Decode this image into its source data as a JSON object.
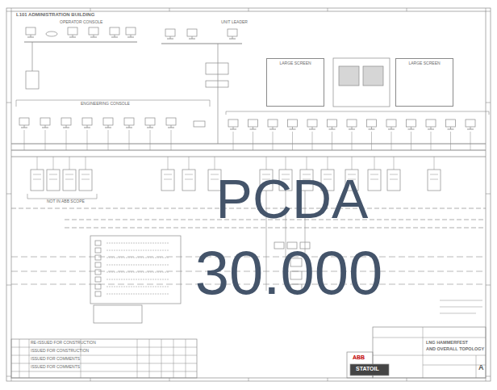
{
  "diagram": {
    "nodes": [
      {
        "text": [
          "LARGE SCREEN"
        ]
      },
      {
        "text": [
          "LARGE SCREEN"
        ]
      }
    ],
    "labels": [
      "L101 ADMINISTRATION BUILDING",
      "OPERATOR CONSOLE",
      "UNIT LEADER",
      "ENGINEERING CONSOLE",
      "NOT IN ABB SCOPE",
      "PCDA",
      "30.000",
      "RE-ISSUED FOR CONSTRUCTION",
      "ISSUED FOR CONSTRUCTION",
      "ISSUED FOR COMMENTS",
      "ISSUED FOR COMMENTS",
      "LNG HAMMERFEST",
      "AND OVERALL TOPOLOGY",
      "ABB",
      "STATOIL",
      "A"
    ]
  }
}
